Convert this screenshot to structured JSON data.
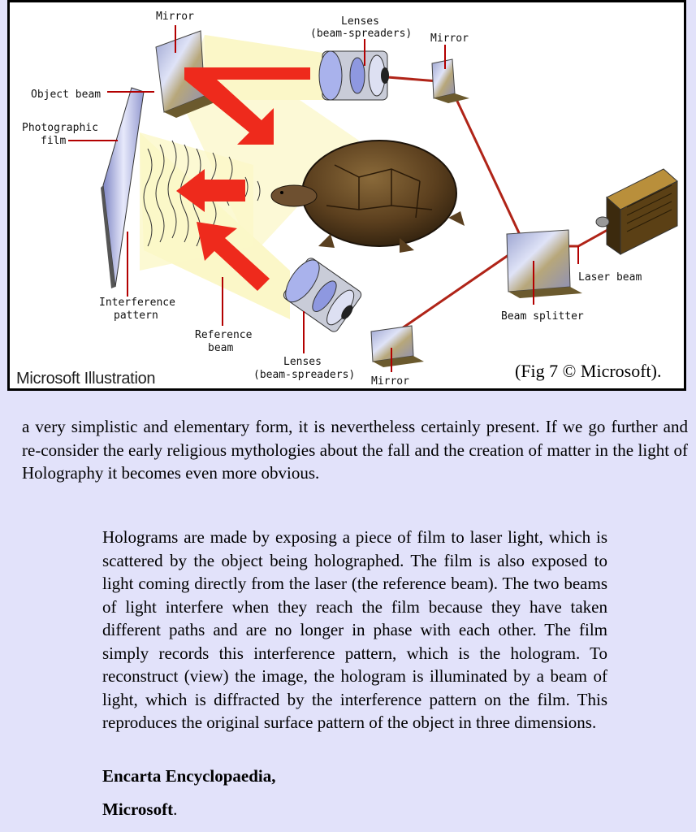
{
  "figure": {
    "labels": {
      "mirror_top": "Mirror",
      "lenses_top_1": "Lenses",
      "lenses_top_2": "(beam-spreaders)",
      "mirror_top_right": "Mirror",
      "object_beam": "Object beam",
      "photo_film_1": "Photographic",
      "photo_film_2": "film",
      "interference_1": "Interference",
      "interference_2": "pattern",
      "reference_1": "Reference",
      "reference_2": "beam",
      "lenses_bottom_1": "Lenses",
      "lenses_bottom_2": "(beam-spreaders)",
      "mirror_bottom": "Mirror",
      "laser_beam": "Laser beam",
      "beam_splitter": "Beam splitter"
    },
    "credit": "Microsoft Illustration",
    "caption": "(Fig 7 © Microsoft).",
    "colors": {
      "beam": "#c0211a",
      "arrow": "#ee2a1c",
      "light": "#fbf7c8"
    }
  },
  "body": {
    "paragraph": "a very simplistic and elementary form, it is nevertheless certainly present. If we go further and re-consider the early religious mythologies about the fall and the creation of matter in the light of Holography it becomes even more obvious.",
    "quote": "Holograms are made by exposing a piece of film to laser light, which is scattered by the object being holographed. The film is also exposed to light coming directly from the laser (the reference beam). The two beams of light interfere when they reach the film because they have taken different paths and are no longer in phase with each other. The film simply records this interference pattern, which is the hologram. To reconstruct (view) the image, the hologram is illuminated by a beam of light, which is diffracted by the interference pattern on the film. This reproduces the original surface pattern of the object in three dimensions.",
    "source_title": "Encarta Encyclopaedia,",
    "source_publisher": "Microsoft",
    "source_publisher_suffix": "."
  }
}
